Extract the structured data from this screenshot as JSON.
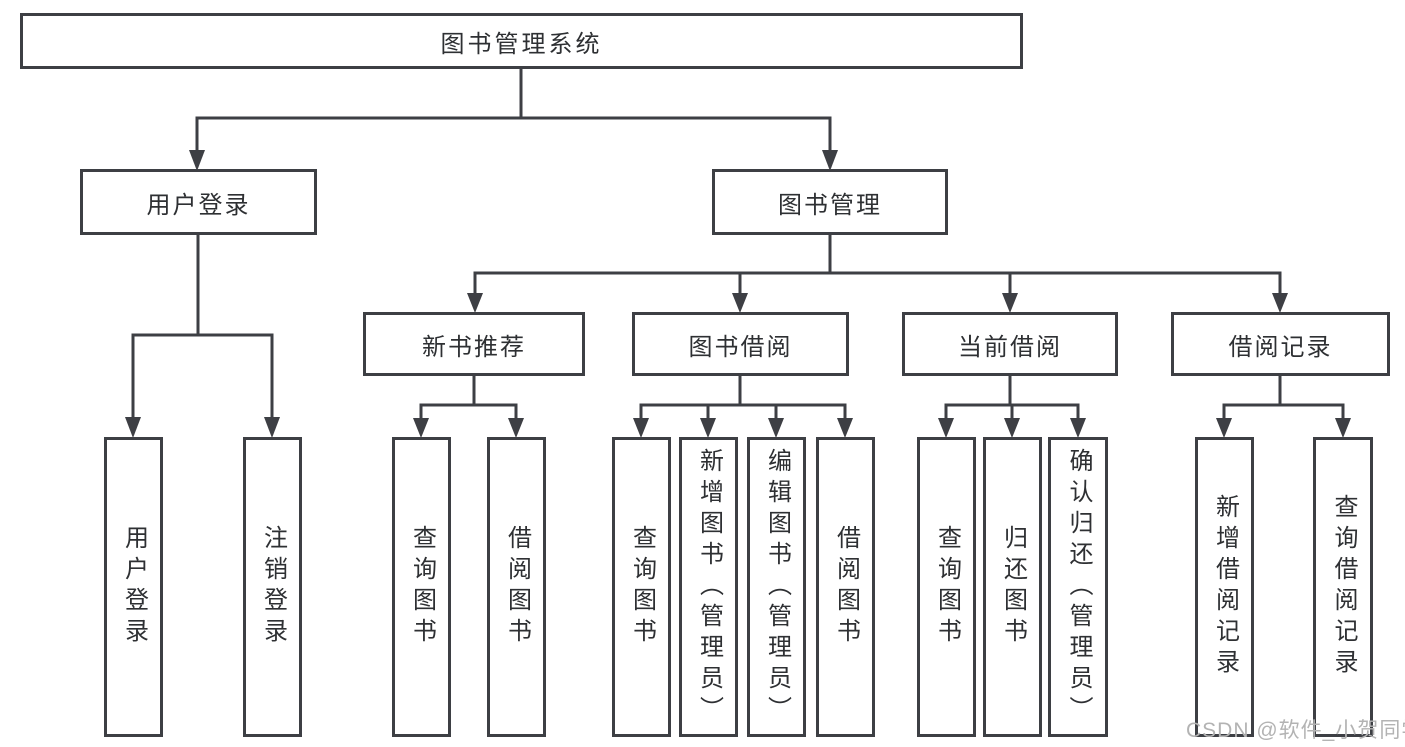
{
  "diagram": {
    "watermark": {
      "text": "CSDN @软件_小贺同学"
    },
    "colors": {
      "line": "#3d3f44",
      "text": "#2e3033",
      "watermark": "#b3b3b3",
      "background": "#ffffff"
    },
    "tree": {
      "label": "图书管理系统",
      "children": [
        {
          "label": "用户登录",
          "children": [
            {
              "label": "用户登录"
            },
            {
              "label": "注销登录"
            }
          ]
        },
        {
          "label": "图书管理",
          "children": [
            {
              "label": "新书推荐",
              "children": [
                {
                  "label": "查询图书"
                },
                {
                  "label": "借阅图书"
                }
              ]
            },
            {
              "label": "图书借阅",
              "children": [
                {
                  "label": "查询图书"
                },
                {
                  "label": "新增图书（管理员）"
                },
                {
                  "label": "编辑图书（管理员）"
                },
                {
                  "label": "借阅图书"
                }
              ]
            },
            {
              "label": "当前借阅",
              "children": [
                {
                  "label": "查询图书"
                },
                {
                  "label": "归还图书"
                },
                {
                  "label": "确认归还（管理员）"
                }
              ]
            },
            {
              "label": "借阅记录",
              "children": [
                {
                  "label": "新增借阅记录"
                },
                {
                  "label": "查询借阅记录"
                }
              ]
            }
          ]
        }
      ]
    }
  }
}
